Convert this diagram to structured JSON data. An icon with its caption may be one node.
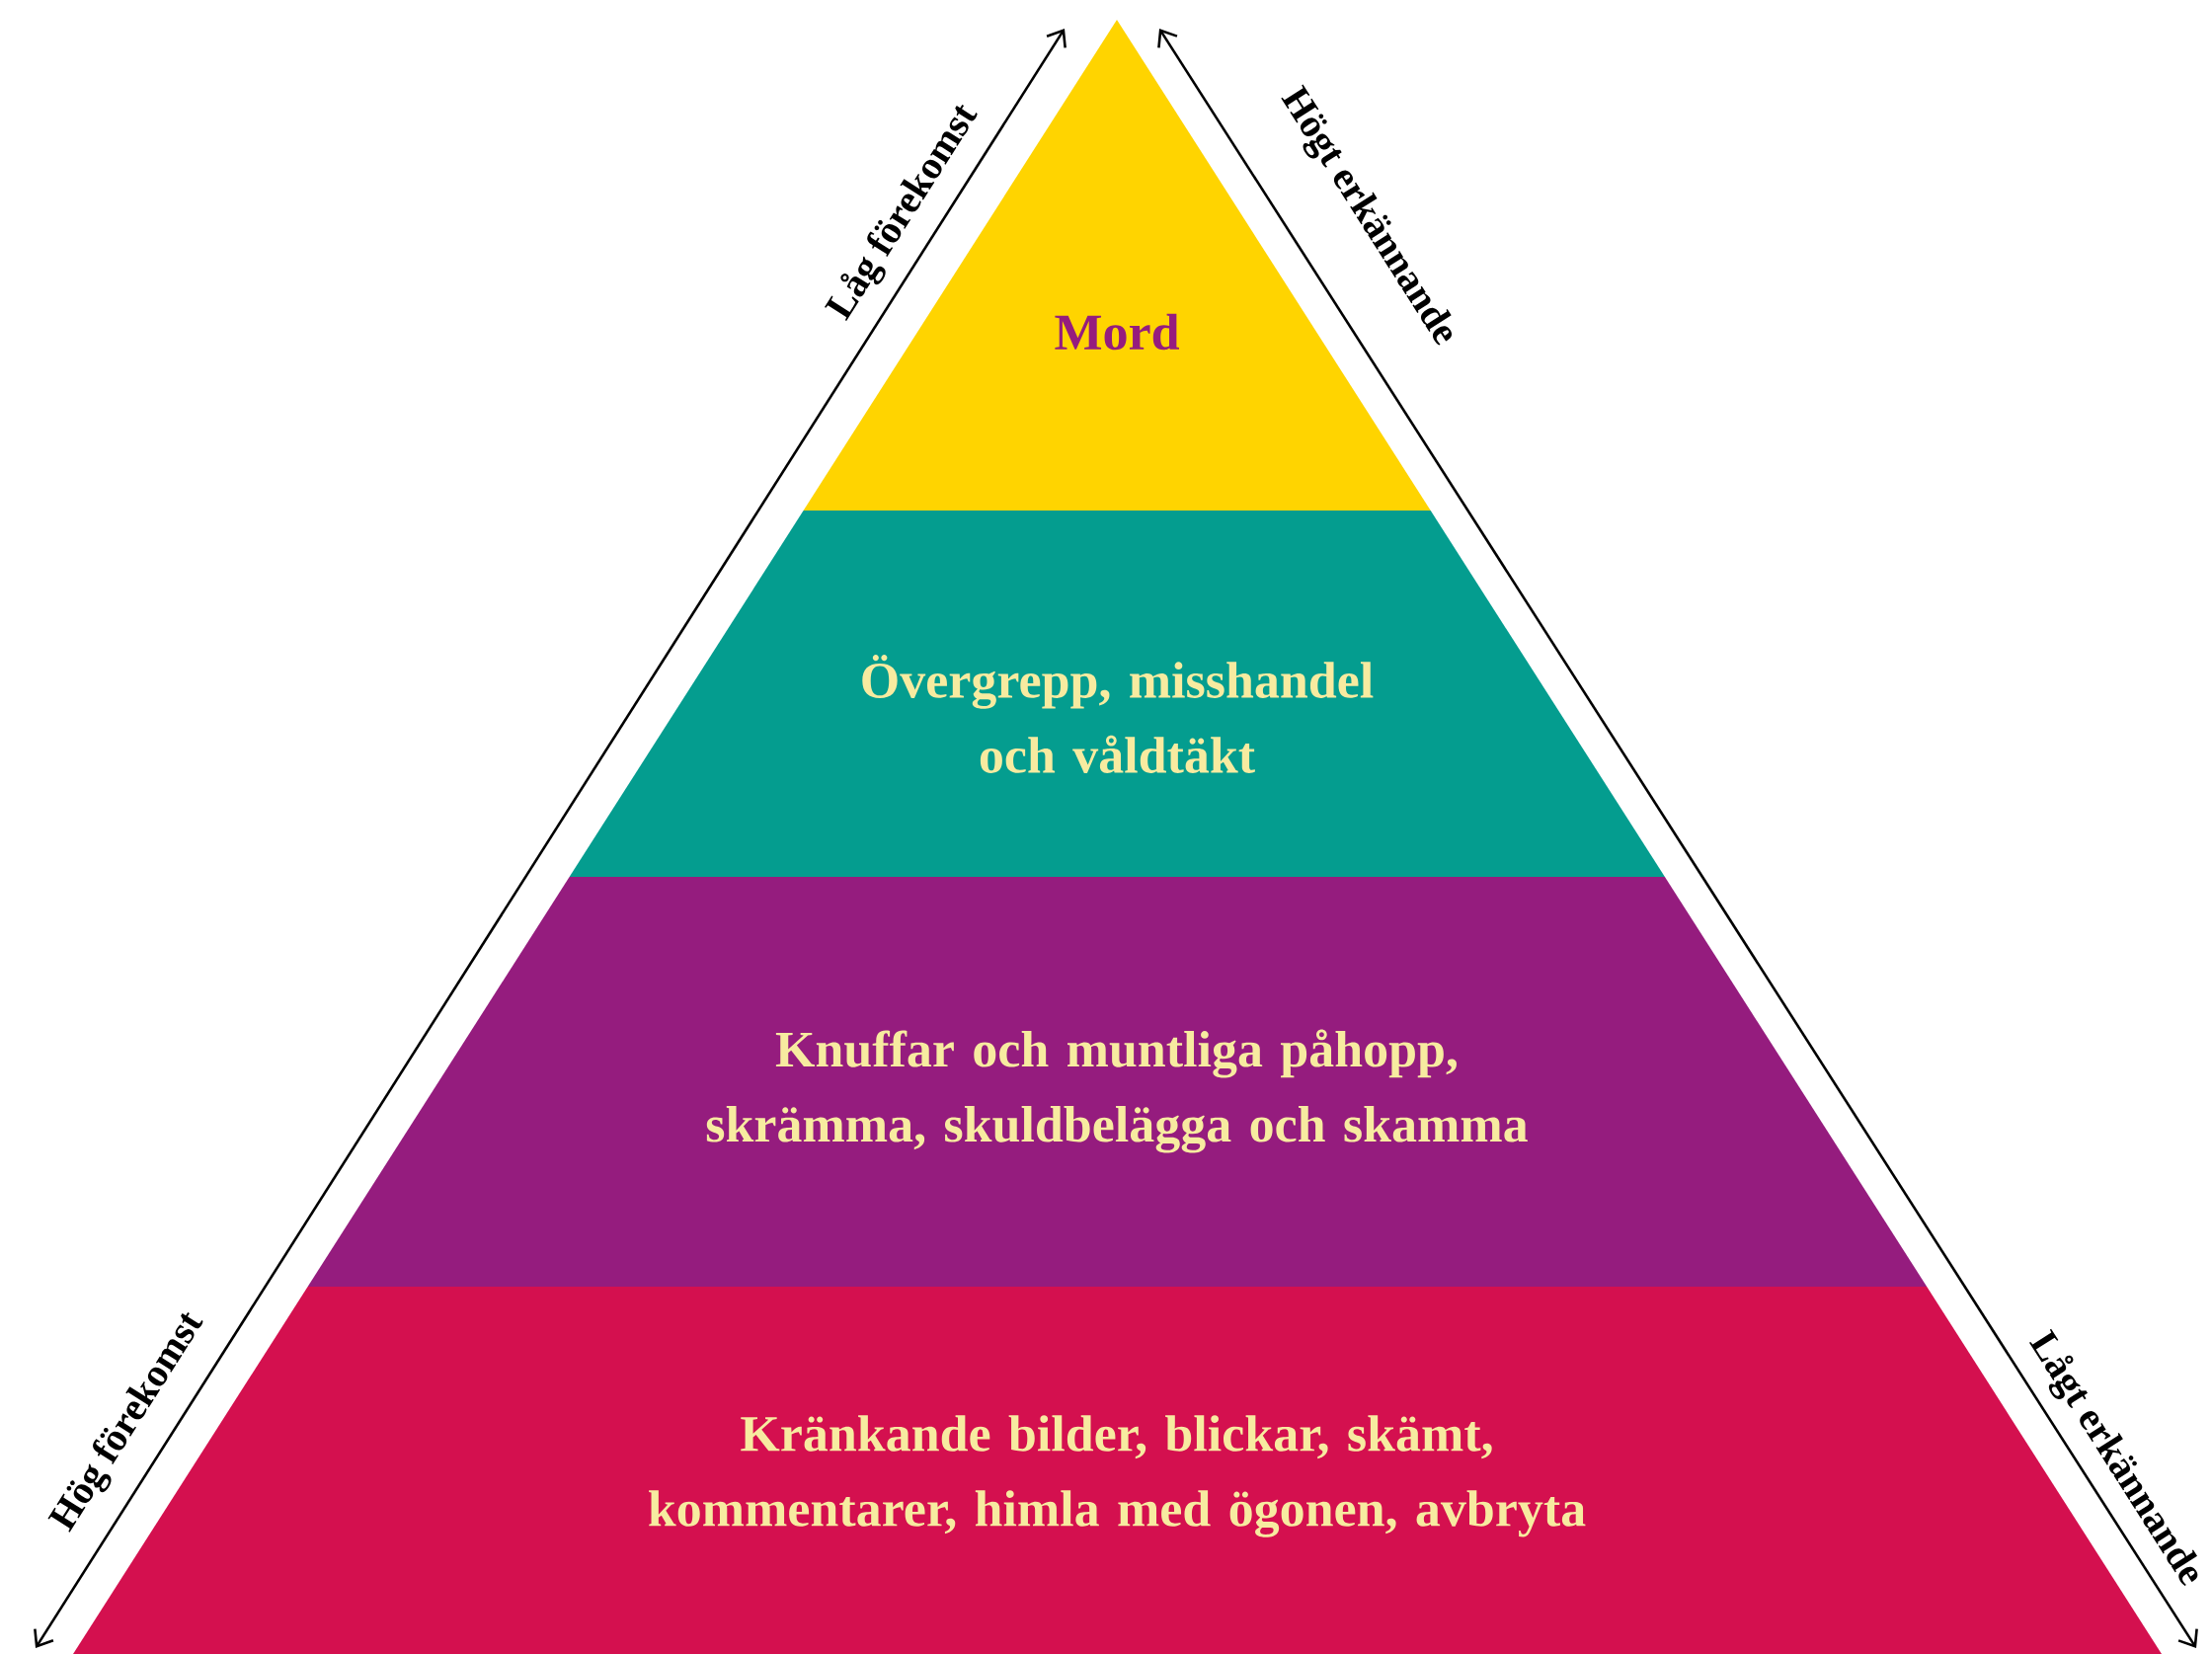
{
  "diagram": {
    "nodes": [
      {
        "text": [
          "Mord"
        ]
      },
      {
        "text": [
          "Övergrepp, misshandel och våldtäkt"
        ]
      },
      {
        "text": [
          "Knuffar och muntliga påhopp, skrämma, skuldbelägga och skamma"
        ]
      },
      {
        "text": [
          "Kränkande bilder, blickar, skämt, kommentarer, himla med ögonen, avbryta"
        ]
      }
    ],
    "labels": [
      "Låg förekomst",
      "Hög förekomst",
      "Högt erkännande",
      "Lågt erkännande"
    ]
  }
}
